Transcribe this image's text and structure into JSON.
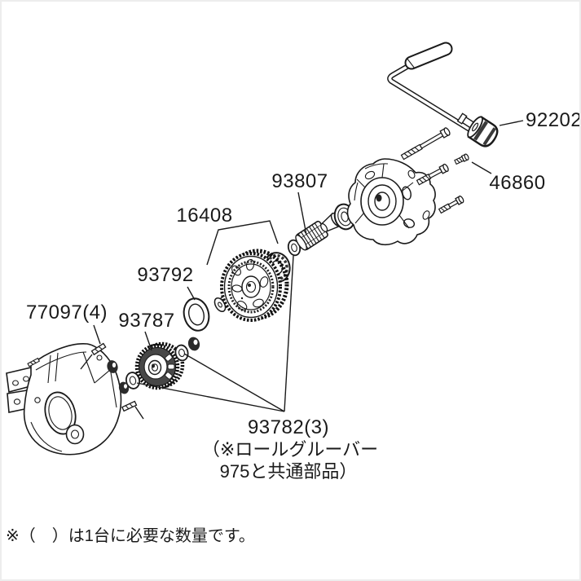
{
  "page": {
    "type": "exploded-parts-diagram",
    "background": "#ffffff",
    "line_color": "#1a1a1a",
    "border_color": "#ededed"
  },
  "labels": {
    "p92202": "92202",
    "p46860": "46860",
    "p93807": "93807",
    "p16408": "16408",
    "p93792": "93792",
    "p93787": "93787",
    "p77097": "77097(4)",
    "p93782": "93782(3)",
    "p93782_note1": "（※ロールグルーバー",
    "p93782_note2": "975と共通部品）",
    "footnote": "※（　）は1台に必要な数量です。"
  },
  "parts": [
    {
      "part_number": "92202"
    },
    {
      "part_number": "46860"
    },
    {
      "part_number": "93807"
    },
    {
      "part_number": "16408"
    },
    {
      "part_number": "93792"
    },
    {
      "part_number": "93787"
    },
    {
      "part_number": "77097",
      "quantity_per_unit": 4
    },
    {
      "part_number": "93782",
      "quantity_per_unit": 3,
      "note": "ロールグルーバー975と共通部品"
    }
  ]
}
